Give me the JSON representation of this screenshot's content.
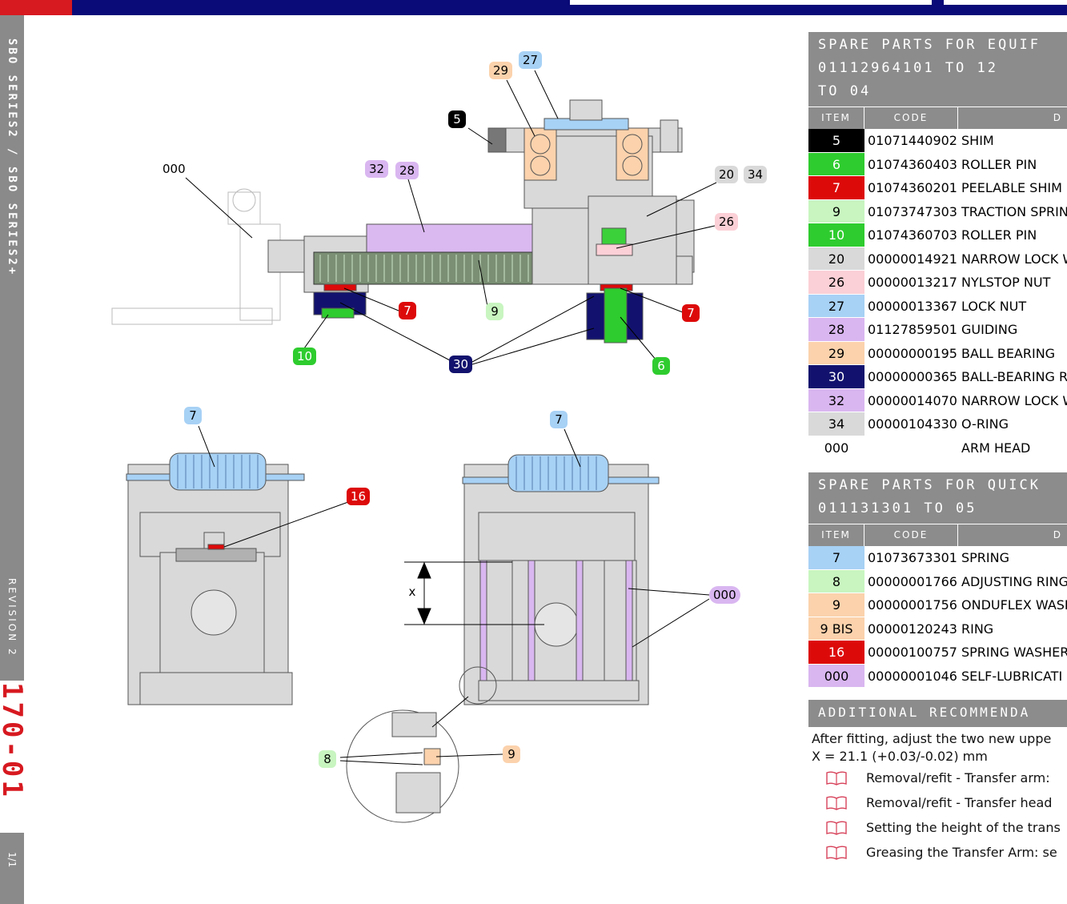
{
  "sidebar": {
    "series": "SBO SERIES2 / SBO SERIES2+",
    "revision": "REVISION 2",
    "doc_code": "170-01",
    "page": "1/1"
  },
  "callouts": {
    "c29": "29",
    "c27": "27",
    "c5": "5",
    "c000a": "000",
    "c32": "32",
    "c28": "28",
    "c20": "20",
    "c34": "34",
    "c26": "26",
    "c7a": "7",
    "c9a": "9",
    "c7b": "7",
    "c10": "10",
    "c30": "30",
    "c6": "6",
    "c7c": "7",
    "c16": "16",
    "c7d": "7",
    "c000b": "000",
    "cx": "x",
    "c8": "8",
    "c9b": "9"
  },
  "colors": {
    "black": "#000000",
    "green": "#2ecc2e",
    "red": "#dd0a0a",
    "light_green": "#c8f5c0",
    "light_gray": "#d9d9d9",
    "pink": "#fbd0d6",
    "light_blue": "#a7d1f5",
    "lavender": "#d9b6f0",
    "peach": "#fbd2ac",
    "navy": "#12126e"
  },
  "table1": {
    "title_line1": "SPARE PARTS FOR EQUIF",
    "title_line2": "01112964101 TO 12",
    "title_line3": "TO 04",
    "headers": {
      "item": "ITEM",
      "code": "CODE",
      "desc": "D"
    },
    "rows": [
      {
        "item": "5",
        "code": "01071440902",
        "desc": "SHIM",
        "bg": "#000000",
        "fg": "#ffffff"
      },
      {
        "item": "6",
        "code": "01074360403",
        "desc": "ROLLER PIN",
        "bg": "#2ecc2e",
        "fg": "#ffffff"
      },
      {
        "item": "7",
        "code": "01074360201",
        "desc": "PEELABLE SHIM",
        "bg": "#dd0a0a",
        "fg": "#ffffff"
      },
      {
        "item": "9",
        "code": "01073747303",
        "desc": "TRACTION SPRIN",
        "bg": "#c8f5c0",
        "fg": "#000000"
      },
      {
        "item": "10",
        "code": "01074360703",
        "desc": "ROLLER PIN",
        "bg": "#2ecc2e",
        "fg": "#ffffff"
      },
      {
        "item": "20",
        "code": "00000014921",
        "desc": "NARROW LOCK W",
        "bg": "#d9d9d9",
        "fg": "#000000"
      },
      {
        "item": "26",
        "code": "00000013217",
        "desc": "NYLSTOP NUT",
        "bg": "#fbd0d6",
        "fg": "#000000"
      },
      {
        "item": "27",
        "code": "00000013367",
        "desc": "LOCK NUT",
        "bg": "#a7d1f5",
        "fg": "#000000"
      },
      {
        "item": "28",
        "code": "01127859501",
        "desc": "GUIDING",
        "bg": "#d9b6f0",
        "fg": "#000000"
      },
      {
        "item": "29",
        "code": "00000000195",
        "desc": "BALL BEARING",
        "bg": "#fbd2ac",
        "fg": "#000000"
      },
      {
        "item": "30",
        "code": "00000000365",
        "desc": "BALL-BEARING R",
        "bg": "#12126e",
        "fg": "#ffffff"
      },
      {
        "item": "32",
        "code": "00000014070",
        "desc": "NARROW LOCK W",
        "bg": "#d9b6f0",
        "fg": "#000000"
      },
      {
        "item": "34",
        "code": "00000104330",
        "desc": "O-RING",
        "bg": "#d9d9d9",
        "fg": "#000000"
      },
      {
        "item": "000",
        "code": "",
        "desc": "ARM HEAD",
        "bg": "#ffffff",
        "fg": "#000000"
      }
    ]
  },
  "table2": {
    "title_line1": "SPARE PARTS FOR QUICK",
    "title_line2": "011131301 TO 05",
    "headers": {
      "item": "ITEM",
      "code": "CODE",
      "desc": "D"
    },
    "rows": [
      {
        "item": "7",
        "code": "01073673301",
        "desc": "SPRING",
        "bg": "#a7d1f5",
        "fg": "#000000"
      },
      {
        "item": "8",
        "code": "00000001766",
        "desc": "ADJUSTING RING",
        "bg": "#c8f5c0",
        "fg": "#000000"
      },
      {
        "item": "9",
        "code": "00000001756",
        "desc": "ONDUFLEX WASH",
        "bg": "#fbd2ac",
        "fg": "#000000"
      },
      {
        "item": "9 BIS",
        "code": "00000120243",
        "desc": "RING",
        "bg": "#fbd2ac",
        "fg": "#000000"
      },
      {
        "item": "16",
        "code": "00000100757",
        "desc": "SPRING WASHER",
        "bg": "#dd0a0a",
        "fg": "#ffffff"
      },
      {
        "item": "000",
        "code": "00000001046",
        "desc": "SELF-LUBRICATI",
        "bg": "#d9b6f0",
        "fg": "#000000"
      }
    ]
  },
  "additional": {
    "title": "ADDITIONAL RECOMMENDA",
    "text_line1": "After fitting, adjust the two new uppe",
    "text_line2": "X = 21.1 (+0.03/-0.02) mm",
    "links": [
      {
        "icon": "book-icon",
        "text": "Removal/refit - Transfer arm:"
      },
      {
        "icon": "book-icon",
        "text": "Removal/refit - Transfer head"
      },
      {
        "icon": "book-icon",
        "text": "Setting the height of the trans"
      },
      {
        "icon": "book-icon",
        "text": "Greasing the Transfer Arm: se"
      }
    ]
  }
}
